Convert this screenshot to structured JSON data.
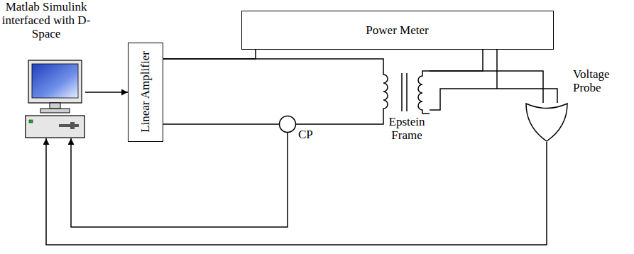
{
  "diagram": {
    "nodes": [
      {
        "text": [
          "Matlab Simulink interfaced with D-Space"
        ]
      },
      {
        "text": [
          "Power Meter"
        ]
      },
      {
        "text": [
          "Linear Amplifier"
        ]
      },
      {
        "text": [
          "CP"
        ]
      },
      {
        "text": [
          "Epstein Frame"
        ]
      },
      {
        "text": [
          "Voltage Probe"
        ]
      }
    ],
    "edges": [
      {
        "from": 0,
        "to": 2,
        "arrow": "to"
      },
      {
        "from": 2,
        "to": 1,
        "arrow": "none"
      },
      {
        "from": 2,
        "to": 4,
        "arrow": "none"
      },
      {
        "from": 2,
        "to": 3,
        "arrow": "none"
      },
      {
        "from": 3,
        "to": 4,
        "arrow": "none"
      },
      {
        "from": 4,
        "to": 1,
        "arrow": "none"
      },
      {
        "from": 4,
        "to": 5,
        "arrow": "none"
      },
      {
        "from": 3,
        "to": 0,
        "arrow": "to"
      },
      {
        "from": 5,
        "to": 0,
        "arrow": "to"
      }
    ]
  }
}
